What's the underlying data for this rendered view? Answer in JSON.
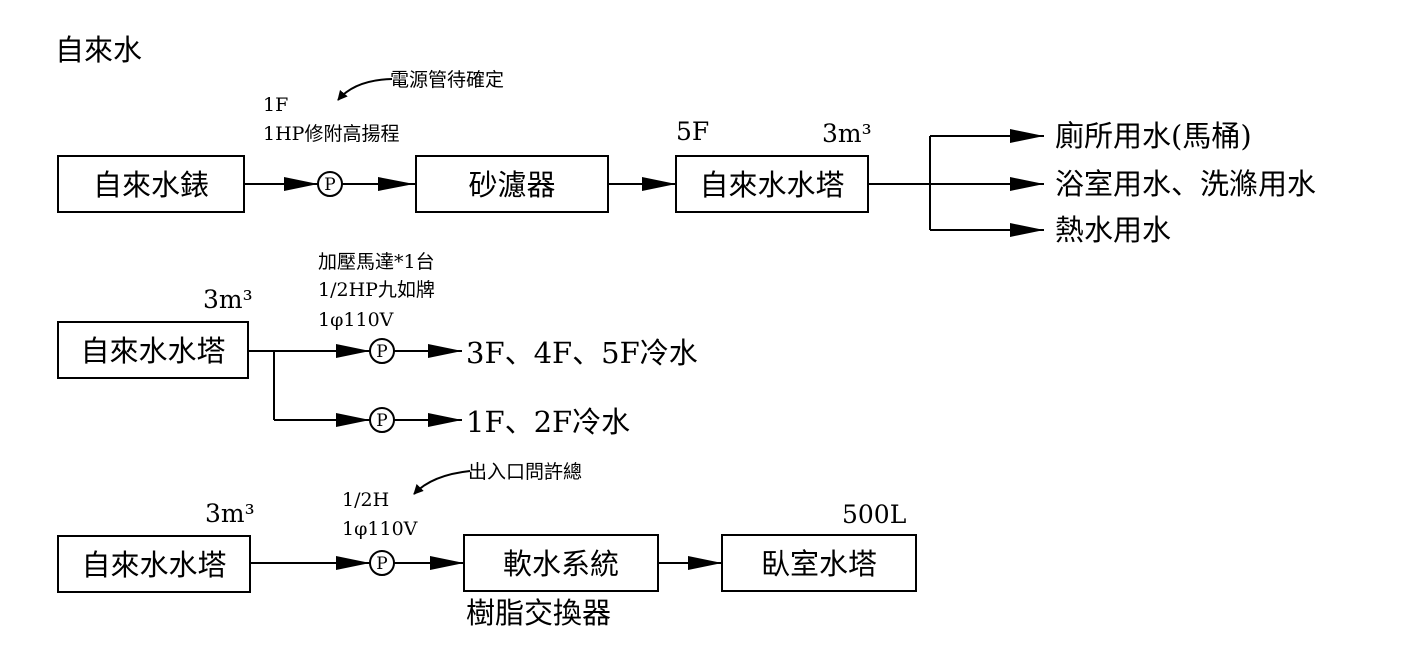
{
  "title": "自來水",
  "pump_symbol": "P",
  "row1": {
    "meter_label": "自來水錶",
    "pump_note_1": "1F",
    "pump_note_2": "1HP修附高揚程",
    "callout": "電源管待確定",
    "filter_label": "砂濾器",
    "tower_floor": "5F",
    "tower_capacity": "3m³",
    "tower_label": "自來水水塔",
    "outputs": [
      "廁所用水(馬桶)",
      "浴室用水、洗滌用水",
      "熱水用水"
    ]
  },
  "row2": {
    "tower_capacity": "3m³",
    "tower_label": "自來水水塔",
    "pump_note_1": "加壓馬達*1台",
    "pump_note_2": "1/2HP九如牌",
    "pump_note_3": "1φ110V",
    "output_upper": "3F、4F、5F冷水",
    "output_lower": "1F、2F冷水"
  },
  "row3": {
    "tower_capacity": "3m³",
    "tower_label": "自來水水塔",
    "pump_note_1": "1/2H",
    "pump_note_2": "1φ110V",
    "callout": "出入口問許總",
    "softener_label": "軟水系統",
    "softener_sublabel": "樹脂交換器",
    "bedroom_capacity": "500L",
    "bedroom_label": "臥室水塔"
  }
}
